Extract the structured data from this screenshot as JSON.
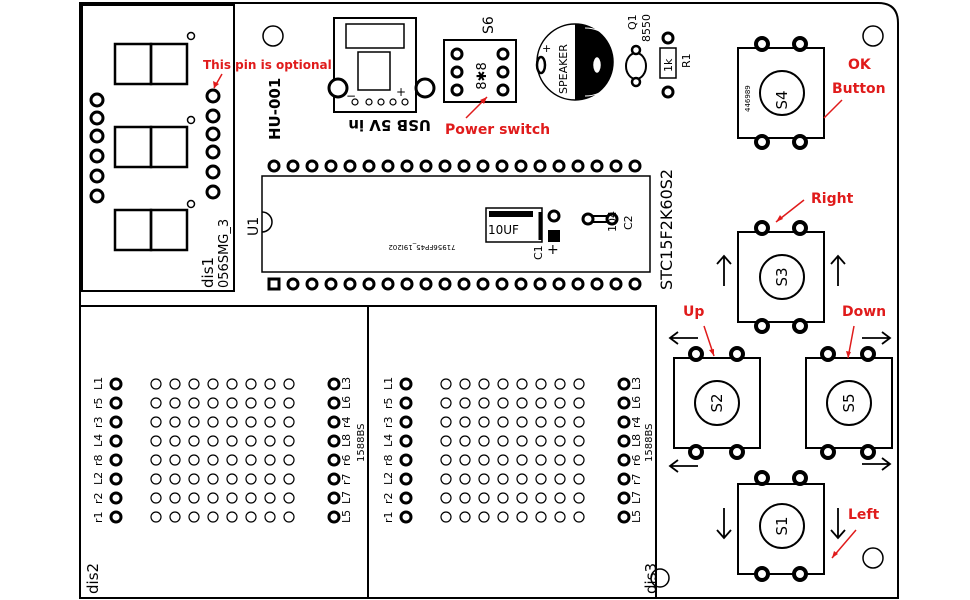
{
  "colors": {
    "annotation": "#e01b1b",
    "silk": "#000000",
    "board": "#ffffff"
  },
  "display": {
    "label_dis1": "dis1",
    "label_part": "056SMG_3"
  },
  "power": {
    "hu": "HU-001",
    "minus": "−",
    "plus": "+",
    "usb": "USB 5V in",
    "switch": "S6",
    "switch_mark": "8✱8"
  },
  "speaker": {
    "label": "SPEAKER",
    "plus": "+"
  },
  "transistor": {
    "ref": "Q1",
    "part": "8550"
  },
  "resistor": {
    "ref": "R1",
    "value": "1k"
  },
  "mcu": {
    "ref": "U1",
    "part": "STC15F2K60S2",
    "small_text": "71956FP45_19I202"
  },
  "capacitors": {
    "c1_value": "10UF",
    "c1_ref": "C1",
    "c2_value": "104",
    "c2_ref": "C2"
  },
  "switches": {
    "s1": "S1",
    "s2": "S2",
    "s3": "S3",
    "s4": "S4",
    "s5": "S5",
    "s4_code": "446989"
  },
  "matrix": {
    "left_ref": "dis2",
    "right_ref": "dis3",
    "part": "1588BS",
    "row_labels_left": [
      "L1",
      "r5",
      "r3",
      "L4",
      "r8",
      "L2",
      "r2",
      "r1"
    ],
    "row_labels_right": [
      "L3",
      "L6",
      "r4",
      "L8",
      "r6",
      "r7",
      "L7",
      "L5"
    ]
  },
  "annotations": {
    "optional_pin": "This pin is optional",
    "power_switch": "Power switch",
    "ok": "OK",
    "ok_button": "Button",
    "right": "Right",
    "up": "Up",
    "down": "Down",
    "left": "Left"
  }
}
